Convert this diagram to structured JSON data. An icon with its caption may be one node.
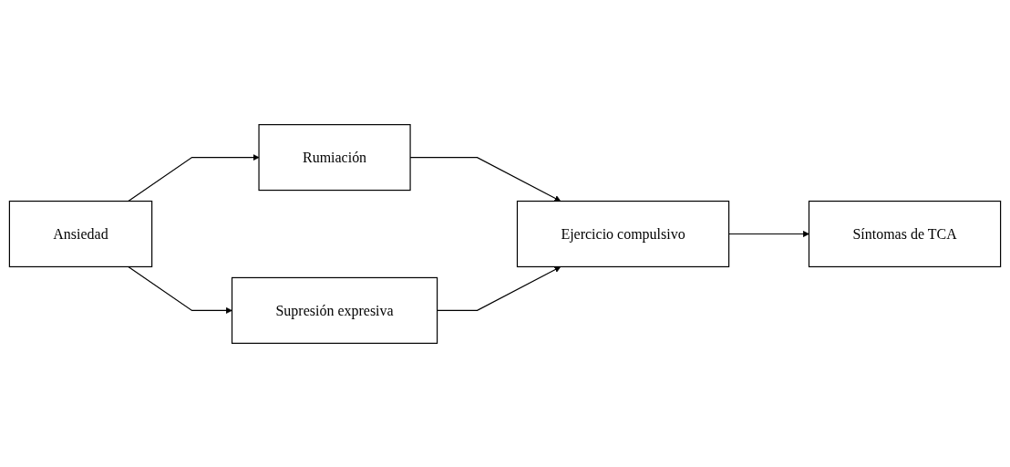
{
  "diagram": {
    "nodes": [
      {
        "text": [
          "Ansiedad"
        ]
      },
      {
        "text": [
          "Rumiación"
        ]
      },
      {
        "text": [
          "Supresión expresiva"
        ]
      },
      {
        "text": [
          "Ejercicio compulsivo"
        ]
      },
      {
        "text": [
          "Síntomas de TCA"
        ]
      }
    ],
    "edges": [
      {
        "from": 0,
        "to": 1,
        "arrow": "to"
      },
      {
        "from": 0,
        "to": 2,
        "arrow": "to"
      },
      {
        "from": 1,
        "to": 3,
        "arrow": "to"
      },
      {
        "from": 2,
        "to": 3,
        "arrow": "to"
      },
      {
        "from": 3,
        "to": 4,
        "arrow": "to"
      }
    ]
  }
}
